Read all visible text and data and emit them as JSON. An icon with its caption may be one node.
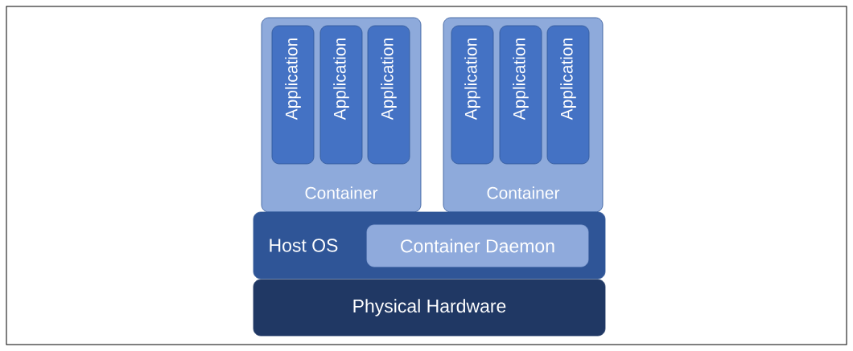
{
  "diagram": {
    "nodes": [
      {
        "text": [
          "Container"
        ]
      },
      {
        "text": [
          "Application"
        ],
        "in": 0
      },
      {
        "text": [
          "Application"
        ],
        "in": 0
      },
      {
        "text": [
          "Application"
        ],
        "in": 0
      },
      {
        "text": [
          "Container"
        ]
      },
      {
        "text": [
          "Application"
        ],
        "in": 4
      },
      {
        "text": [
          "Application"
        ],
        "in": 4
      },
      {
        "text": [
          "Application"
        ],
        "in": 4
      },
      {
        "text": [
          "Host OS"
        ]
      },
      {
        "text": [
          "Container Daemon"
        ],
        "in": 8
      },
      {
        "text": [
          "Physical Hardware"
        ]
      }
    ]
  }
}
